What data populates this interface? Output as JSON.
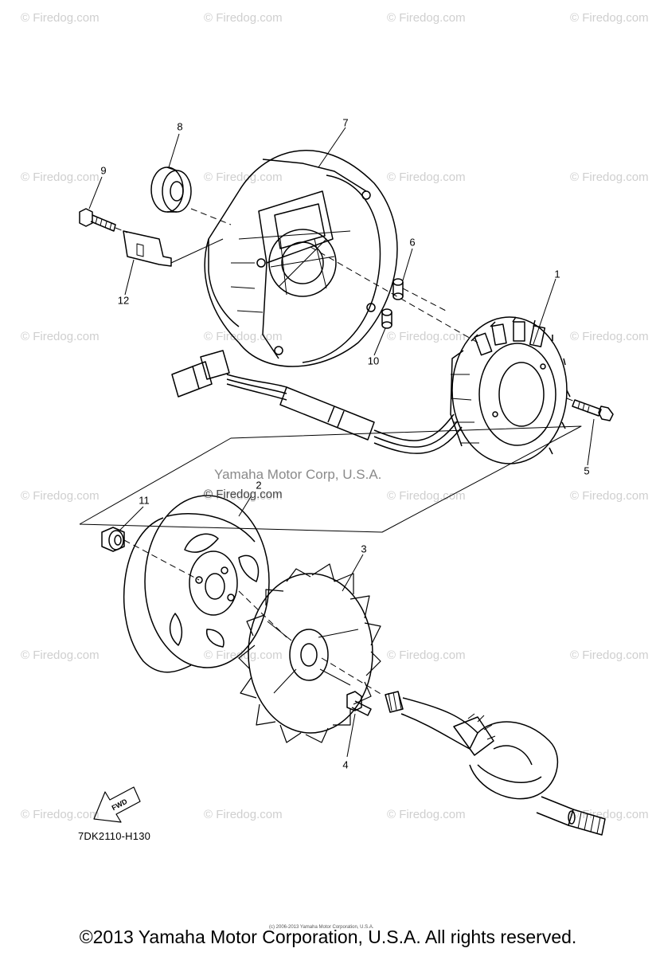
{
  "diagram": {
    "part_callouts": [
      "1",
      "2",
      "3",
      "4",
      "5",
      "6",
      "7",
      "8",
      "9",
      "10",
      "11",
      "12"
    ],
    "diagram_code": "7DK2110-H130",
    "fwd_label": "FWD",
    "center_watermark_line1": "Yamaha Motor Corp, U.S.A.",
    "center_watermark_line2": "© Firedog.com"
  },
  "watermark": {
    "text": "© Firedog.com",
    "color": "#cfcfcf"
  },
  "footer": {
    "copyright": "©2013 Yamaha Motor Corporation, U.S.A. All rights reserved.",
    "tiny_copyright": "(c) 2006-2013 Yamaha Motor Corporation, U.S.A."
  }
}
